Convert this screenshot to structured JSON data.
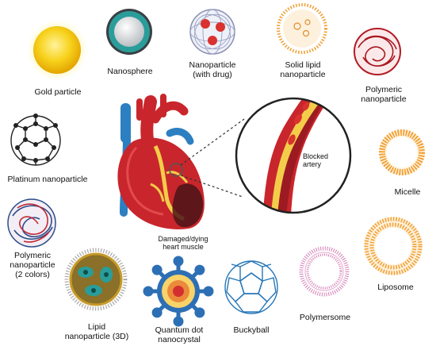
{
  "labels": {
    "gold": "Gold particle",
    "nanosphere": "Nanosphere",
    "nanoparticle_drug": "Nanoparticle\n(with drug)",
    "solid_lipid": "Solid lipid\nnanoparticle",
    "polymeric": "Polymeric\nnanoparticle",
    "platinum": "Platinum nanoparticle",
    "micelle": "Micelle",
    "polymeric_2": "Polymeric\nnanoparticle\n(2 colors)",
    "liposome": "Liposome",
    "polymersome": "Polymersome",
    "lipid_3d": "Lipid\nnanoparticle (3D)",
    "quantum_dot": "Quantum dot\nnanocrystal",
    "buckyball": "Buckyball",
    "blocked_artery": "Blocked\nartery",
    "damaged_muscle": "Damaged/dying\nheart muscle"
  },
  "colors": {
    "gold": "#f4c20d",
    "teal": "#2a9d9a",
    "drug_red": "#d9322f",
    "lipid_orange": "#f2a23a",
    "heart_red": "#c8262c",
    "vessel_blue": "#2c7fc0",
    "plaque_yellow": "#f3cd4a"
  }
}
